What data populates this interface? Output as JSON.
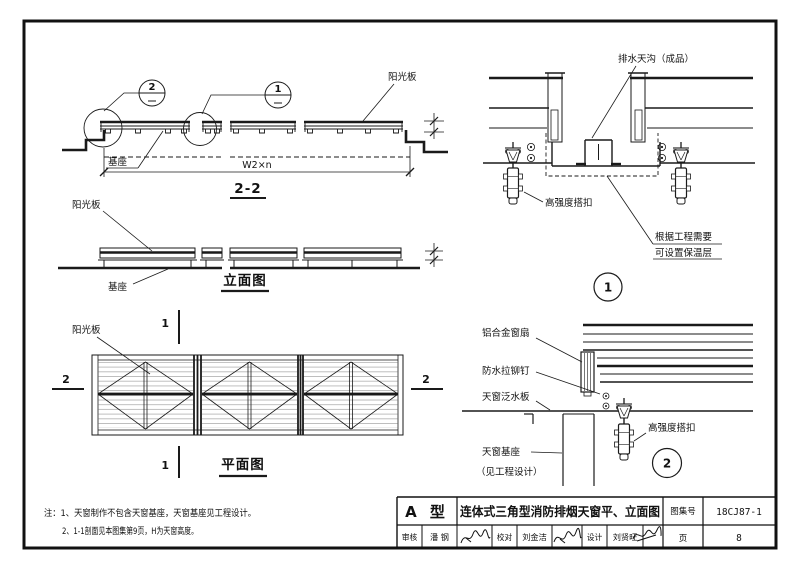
{
  "section_2_2": {
    "title": "2-2",
    "label_sun_panel": "阳光板",
    "label_base": "基座",
    "dim_width": "W2×n",
    "callout_2": "2",
    "callout_1": "1"
  },
  "elevation": {
    "title": "立面图",
    "label_sun_panel": "阳光板",
    "label_base": "基座"
  },
  "plan": {
    "title": "平面图",
    "label_sun_panel": "阳光板",
    "marker_1_top": "1",
    "marker_1_bottom": "1",
    "marker_2_left": "2",
    "marker_2_right": "2"
  },
  "detail_1": {
    "number": "1",
    "label_gutter": "排水天沟（成品）",
    "label_buckle": "高强度搭扣",
    "label_insulation_1": "根据工程需要",
    "label_insulation_2": "可设置保温层"
  },
  "detail_2": {
    "number": "2",
    "label_sash": "铝合金窗扇",
    "label_rivet": "防水拉铆钉",
    "label_flashing": "天窗泛水板",
    "label_base_1": "天窗基座",
    "label_base_2": "（见工程设计）",
    "label_buckle": "高强度搭扣"
  },
  "notes": {
    "line_1": "注：1、天窗制作不包含天窗基座，天窗基座见工程设计。",
    "line_2": "2、1-1剖面见本图集第9页，H为天窗高度。"
  },
  "title_block": {
    "type": "A 型",
    "drawing_title": "连体式三角型消防排烟天窗平、立面图",
    "atlas_label": "图集号",
    "atlas_number": "18CJ87-1",
    "page_label": "页",
    "page_number": "8",
    "reviewer_label": "审核",
    "reviewer_name": "潘 钢",
    "checker_label": "校对",
    "checker_name": "刘金洁",
    "designer_label": "设计",
    "designer_name": "刘贤旺"
  }
}
